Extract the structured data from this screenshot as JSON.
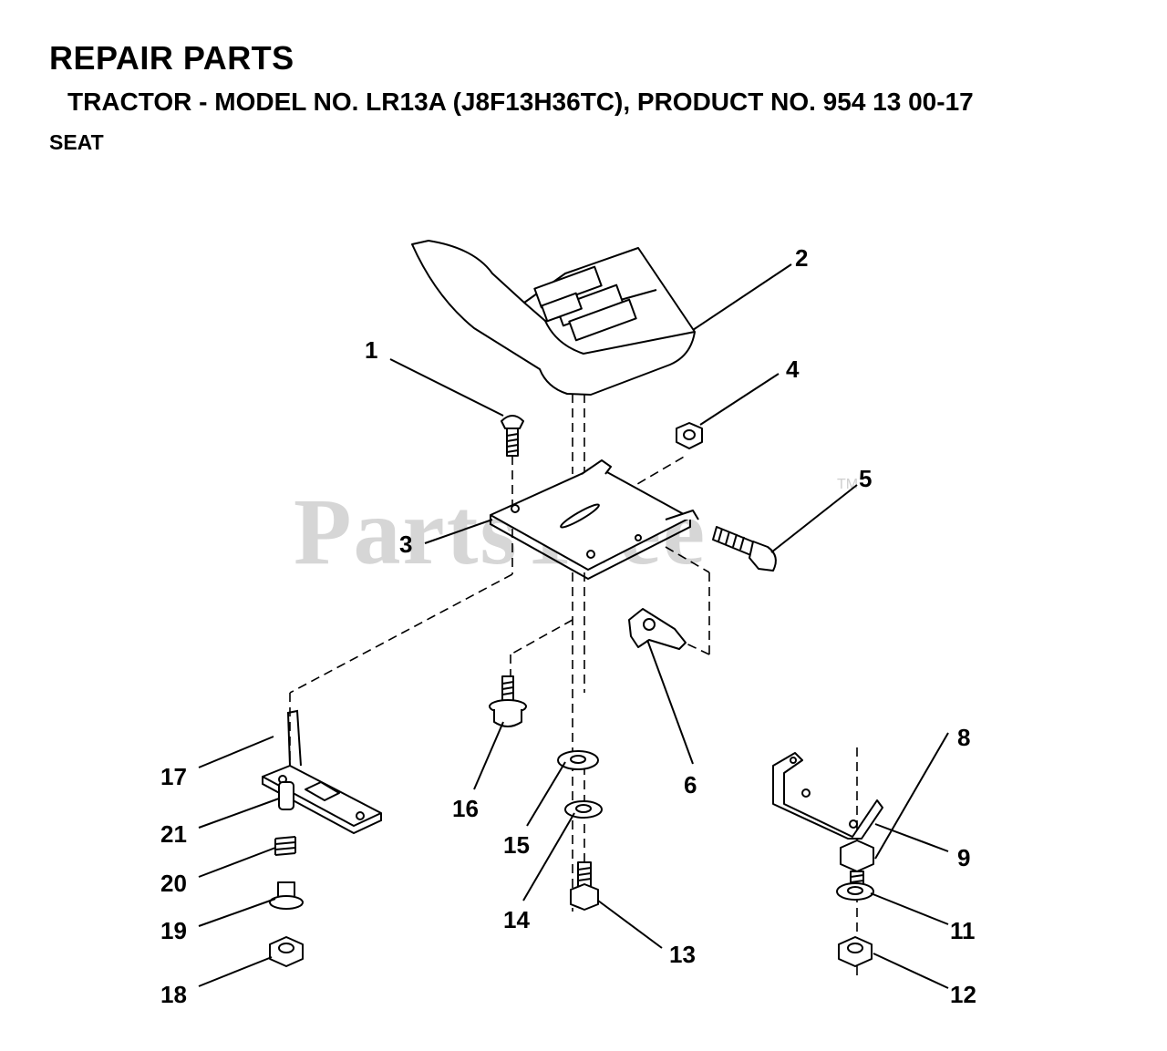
{
  "header": {
    "title": "REPAIR PARTS",
    "subtitle": "TRACTOR - MODEL NO. LR13A (J8F13H36TC),  PRODUCT NO. 954 13 00-17",
    "section": "SEAT"
  },
  "watermark": {
    "text": "PartsTree",
    "trademark": "TM"
  },
  "callouts": [
    "1",
    "2",
    "3",
    "4",
    "5",
    "6",
    "8",
    "9",
    "11",
    "12",
    "13",
    "14",
    "15",
    "16",
    "17",
    "18",
    "19",
    "20",
    "21"
  ]
}
